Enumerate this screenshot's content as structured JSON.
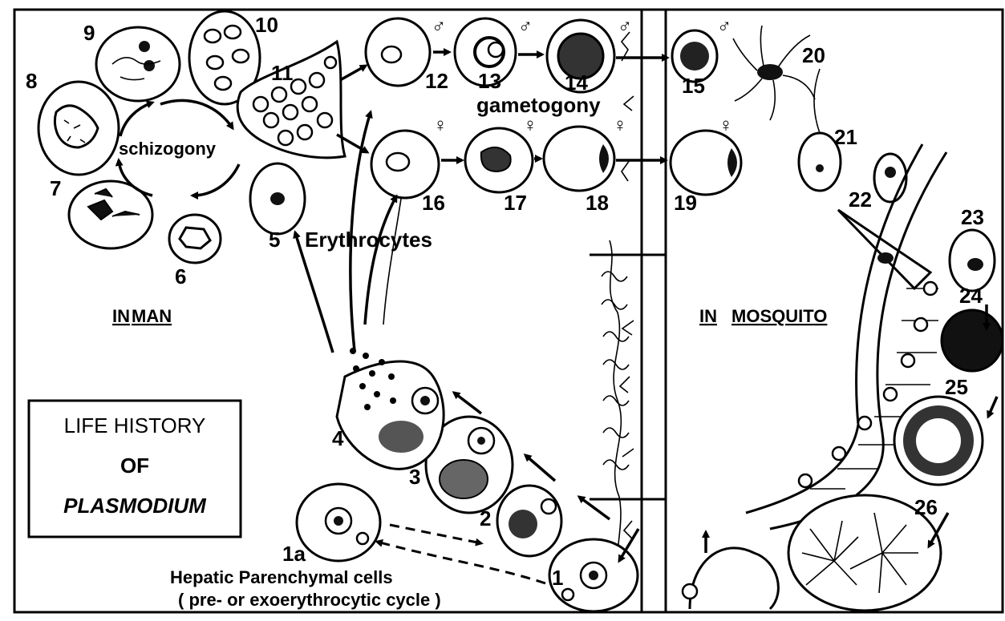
{
  "numbers": {
    "n1": "1",
    "n1a": "1a",
    "n2": "2",
    "n3": "3",
    "n4": "4",
    "n5": "5",
    "n6": "6",
    "n7": "7",
    "n8": "8",
    "n9": "9",
    "n10": "10",
    "n11": "11",
    "n12": "12",
    "n13": "13",
    "n14": "14",
    "n15": "15",
    "n16": "16",
    "n17": "17",
    "n18": "18",
    "n19": "19",
    "n20": "20",
    "n21": "21",
    "n22": "22",
    "n23": "23",
    "n24": "24",
    "n25": "25",
    "n26": "26"
  },
  "labels": {
    "schizogony": "schizogony",
    "gametogony": "gametogony",
    "erythrocytes": "Erythrocytes",
    "in": "IN",
    "man": "MAN",
    "in2": "IN",
    "mosquito": "MOSQUITO",
    "hepatic_line1": "Hepatic Parenchymal cells",
    "hepatic_line2": "( pre- or exoerythrocytic cycle )"
  },
  "title": {
    "line1": "LIFE HISTORY",
    "line2": "OF",
    "line3": "PLASMODIUM"
  },
  "symbols": {
    "male": "♂",
    "female": "♀"
  }
}
